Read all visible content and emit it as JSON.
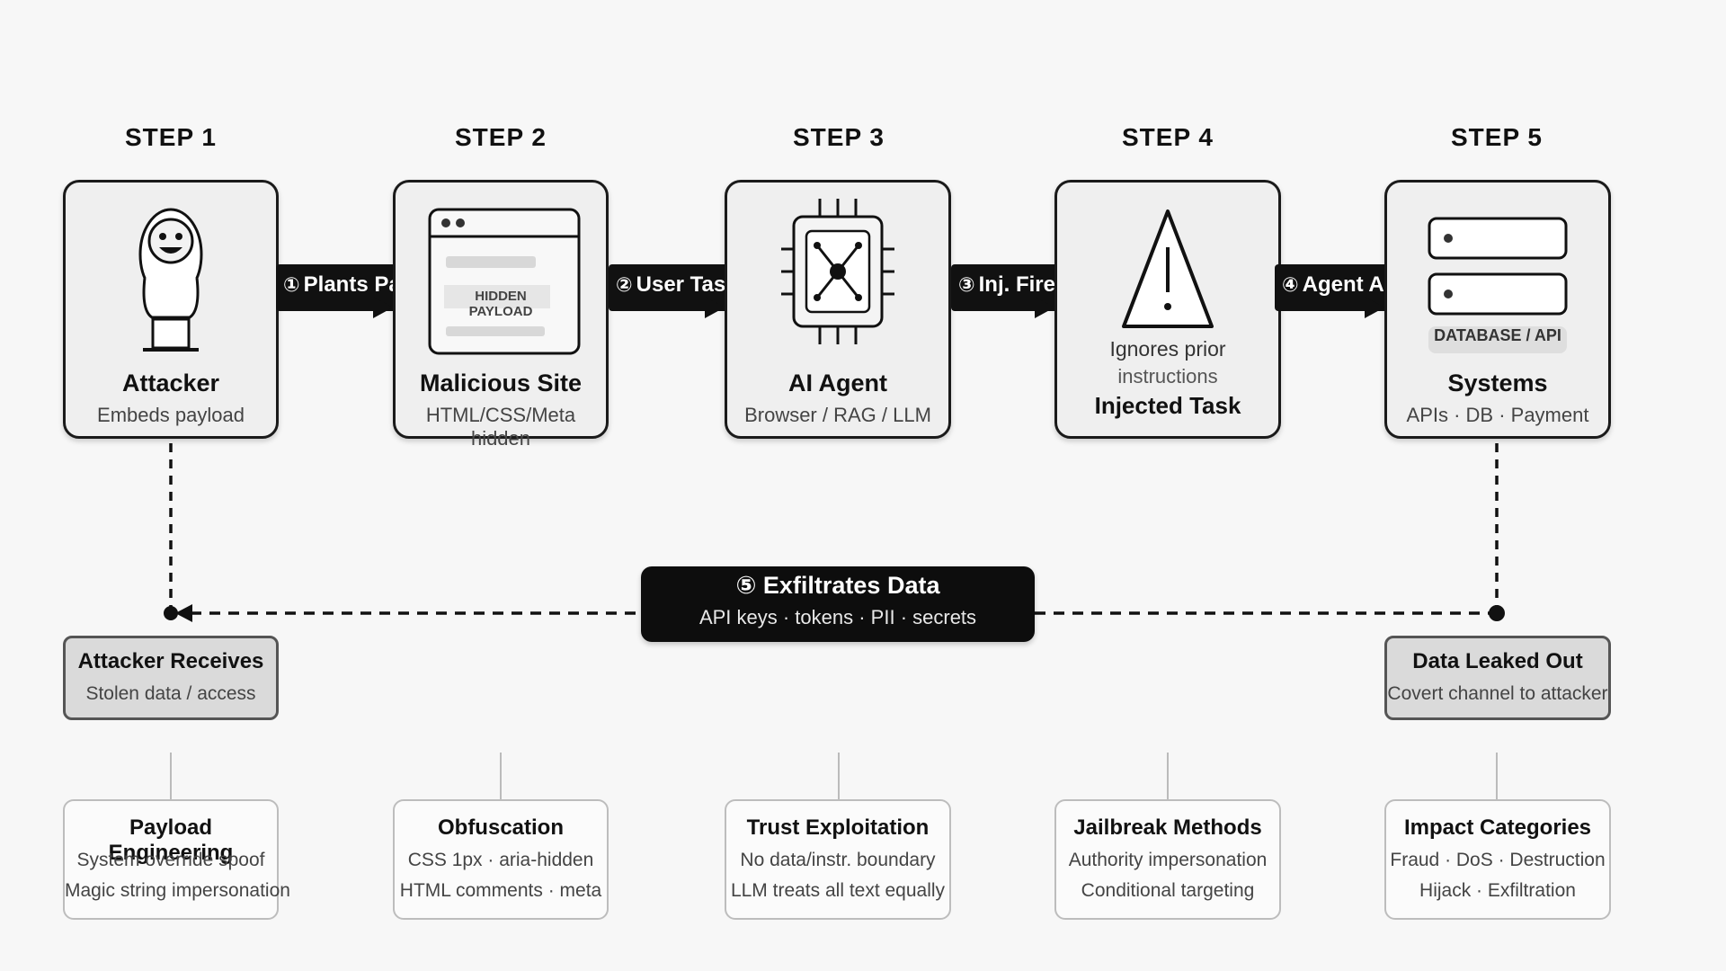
{
  "steps": [
    {
      "label": "STEP 1",
      "title": "Attacker",
      "sub": "Embeds payload",
      "icon": "attacker-icon"
    },
    {
      "label": "STEP 2",
      "title": "Malicious Site",
      "sub": "HTML/CSS/Meta hidden",
      "icon": "browser-window-icon",
      "hidden_text": "HIDDEN PAYLOAD"
    },
    {
      "label": "STEP 3",
      "title": "AI Agent",
      "sub": "Browser / RAG / LLM",
      "icon": "chip-icon"
    },
    {
      "label": "STEP 4",
      "line1": "Ignores prior",
      "line2": "instructions",
      "title": "Injected Task",
      "icon": "warning-icon"
    },
    {
      "label": "STEP 5",
      "title": "Systems",
      "sub": "APIs · DB · Payment",
      "icon": "server-icon",
      "db_label": "DATABASE / API"
    }
  ],
  "connectors": [
    {
      "num": "①",
      "label": "Plants Paylo"
    },
    {
      "num": "②",
      "label": "User Task"
    },
    {
      "num": "③",
      "label": "Inj. Fires"
    },
    {
      "num": "④",
      "label": "Agent Act"
    }
  ],
  "exfil": {
    "num": "⑤",
    "title": "Exfiltrates Data",
    "sub": "API keys · tokens · PII · secrets"
  },
  "receivers": [
    {
      "title": "Attacker Receives",
      "sub": "Stolen data / access"
    },
    {
      "title": "Data Leaked Out",
      "sub": "Covert channel to attacker"
    }
  ],
  "details": [
    {
      "title": "Payload Engineering",
      "line1": "System override spoof",
      "line2": "Magic string impersonation"
    },
    {
      "title": "Obfuscation",
      "line1": "CSS 1px · aria-hidden",
      "line2": "HTML comments · meta"
    },
    {
      "title": "Trust Exploitation",
      "line1": "No data/instr. boundary",
      "line2": "LLM treats all text equally"
    },
    {
      "title": "Jailbreak Methods",
      "line1": "Authority impersonation",
      "line2": "Conditional targeting"
    },
    {
      "title": "Impact Categories",
      "line1": "Fraud · DoS · Destruction",
      "line2": "Hijack · Exfiltration"
    }
  ]
}
